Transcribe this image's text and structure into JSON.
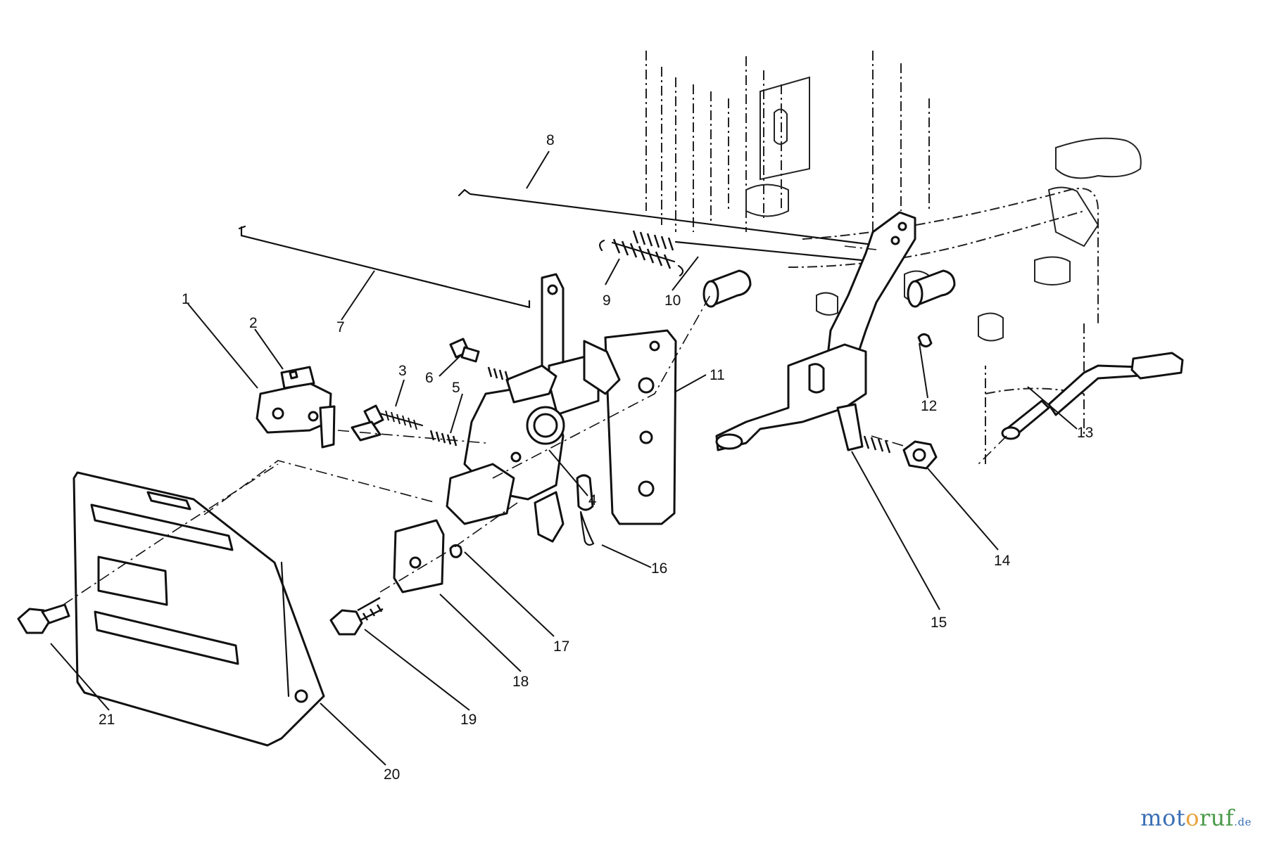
{
  "diagram": {
    "callouts": [
      {
        "id": "1",
        "label": "1"
      },
      {
        "id": "2",
        "label": "2"
      },
      {
        "id": "3",
        "label": "3"
      },
      {
        "id": "4",
        "label": "4"
      },
      {
        "id": "5",
        "label": "5"
      },
      {
        "id": "6",
        "label": "6"
      },
      {
        "id": "7",
        "label": "7"
      },
      {
        "id": "8",
        "label": "8"
      },
      {
        "id": "9",
        "label": "9"
      },
      {
        "id": "10",
        "label": "10"
      },
      {
        "id": "11",
        "label": "11"
      },
      {
        "id": "12",
        "label": "12"
      },
      {
        "id": "13",
        "label": "13"
      },
      {
        "id": "14",
        "label": "14"
      },
      {
        "id": "15",
        "label": "15"
      },
      {
        "id": "16",
        "label": "16"
      },
      {
        "id": "17",
        "label": "17"
      },
      {
        "id": "18",
        "label": "18"
      },
      {
        "id": "19",
        "label": "19"
      },
      {
        "id": "20",
        "label": "20"
      },
      {
        "id": "21",
        "label": "21"
      }
    ]
  },
  "watermark": {
    "part1": "mot",
    "part2": "o",
    "part3": "ruf",
    "tld": ".de"
  }
}
